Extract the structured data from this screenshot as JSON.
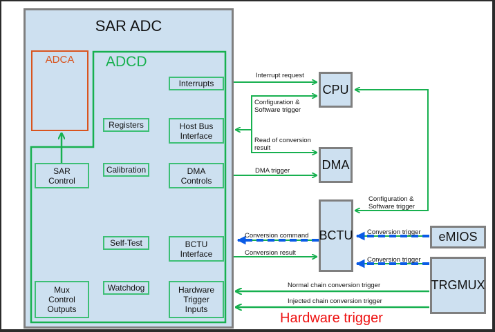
{
  "title": "SAR ADC",
  "adca": {
    "label": "ADCA"
  },
  "adcd": {
    "label": "ADCD",
    "blocks": {
      "interrupts": "Interrupts",
      "registers": "Registers",
      "host_bus_interface": "Host Bus\nInterface",
      "sar_control": "SAR\nControl",
      "calibration": "Calibration",
      "dma_controls": "DMA\nControls",
      "self_test": "Self-Test",
      "bctu_interface": "BCTU\nInterface",
      "mux_control_outputs": "Mux\nControl\nOutputs",
      "watchdog": "Watchdog",
      "hardware_trigger_inputs": "Hardware\nTrigger\nInputs"
    }
  },
  "external": {
    "cpu": "CPU",
    "dma": "DMA",
    "bctu": "BCTU",
    "emios": "eMIOS",
    "trgmux": "TRGMUX"
  },
  "signals": {
    "interrupt_request": "Interrupt request",
    "config_sw_trigger_cpu": "Configuration &\nSoftware trigger",
    "read_conversion_result": "Read of conversion\nresult",
    "dma_trigger": "DMA trigger",
    "config_sw_trigger_bctu": "Configuration &\nSoftware trigger",
    "conversion_command": "Conversion command",
    "conversion_result": "Conversion result",
    "conversion_trigger_emios": "Conversion trigger",
    "conversion_trigger_trgmux": "Conversion trigger",
    "normal_chain_trigger": "Normal chain conversion trigger",
    "injected_chain_trigger": "Injected chain conversion trigger"
  },
  "hardware_trigger_label": "Hardware trigger",
  "colors": {
    "green_wire": "#17b04f",
    "blue_wire": "#0a5be6",
    "adca": "#d9541e",
    "hardware_trigger": "#ee1111",
    "box_fill": "#cde0f0"
  }
}
